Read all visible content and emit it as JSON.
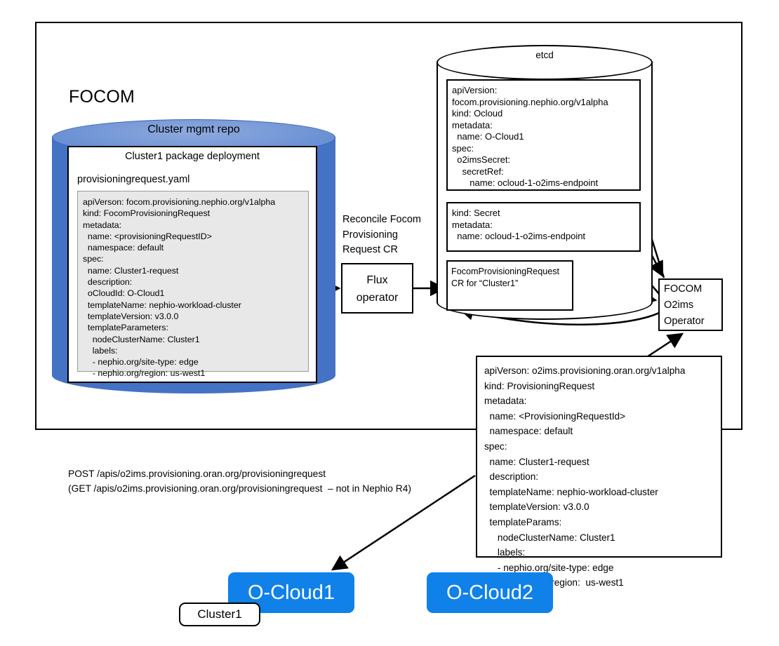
{
  "diagram": {
    "frame_title": "FOCOM",
    "repo": {
      "cylinder_label": "Cluster mgmt repo",
      "package_title": "Cluster1 package deployment",
      "file_name": "provisioningrequest.yaml",
      "yaml": "apiVerson: focom.provisioning.nephio.org/v1alpha\nkind: FocomProvisioningRequest\nmetadata:\n  name: <provisioningRequestID>\n  namespace: default\nspec:\n  name: Cluster1-request\n  description:\n  oCloudId: O-Cloud1\n  templateName: nephio-workload-cluster\n  templateVersion: v3.0.0\n  templateParameters:\n    nodeClusterName: Cluster1\n    labels:\n    - nephio.org/site-type: edge\n    - nephio.org/region: us-west1"
    },
    "etcd": {
      "label": "etcd",
      "ocloud_cr": "apiVersion:\nfocom.provisioning.nephio.org/v1alpha\nkind: Ocloud\nmetadata:\n  name: O-Cloud1\nspec:\n  o2imsSecret:\n    secretRef:\n       name: ocloud-1-o2ims-endpoint",
      "secret_cr": "kind: Secret\nmetadata:\n  name: ocloud-1-o2ims-endpoint",
      "fpr_cr": "FocomProvisioningRequest\nCR for “Cluster1”"
    },
    "flux": {
      "annotation": "Reconcile Focom\nProvisioning\nRequest CR",
      "box_label": "Flux\noperator"
    },
    "operator": {
      "box_label": "FOCOM\nO2ims\nOperator"
    },
    "provisioning_request": {
      "yaml": "apiVerson: o2ims.provisioning.oran.org/v1alpha\nkind: ProvisioningRequest\nmetadata:\n  name: <ProvisioningRequestId>\n  namespace: default\nspec:\n  name: Cluster1-request\n  description:\n  templateName: nephio-workload-cluster\n  templateVersion: v3.0.0\n  templateParams:\n     nodeClusterName: Cluster1\n     labels:\n     - nephio.org/site-type: edge\n     - nephio.org/region:  us-west1"
    },
    "api_note": "POST /apis/o2ims.provisioning.oran.org/provisioningrequest\n(GET /apis/o2ims.provisioning.oran.org/provisioningrequest  – not in Nephio R4)",
    "oclouds": {
      "ocloud1": "O-Cloud1",
      "ocloud2": "O-Cloud2",
      "cluster_chip": "Cluster1"
    },
    "colors": {
      "ocloud_blue": "#0f81e8",
      "repo_blue": "#4472C4",
      "repo_top_blue": "#7296d6",
      "yaml_grey": "#e8e8e8",
      "stroke": "#000000"
    }
  }
}
